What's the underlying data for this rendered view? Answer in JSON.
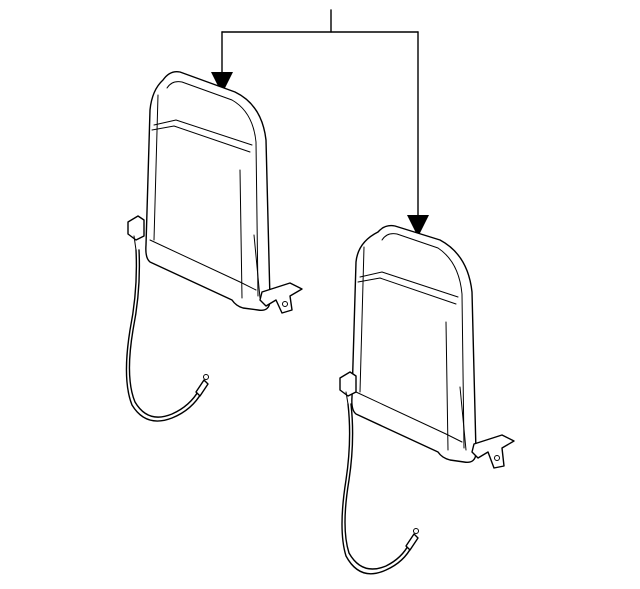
{
  "diagram": {
    "callout_count": 1,
    "parts": [
      {
        "name": "seat-back-frame",
        "side": "left"
      },
      {
        "name": "seat-back-frame",
        "side": "right"
      }
    ],
    "colors": {
      "line": "#000000",
      "background": "#ffffff"
    }
  }
}
